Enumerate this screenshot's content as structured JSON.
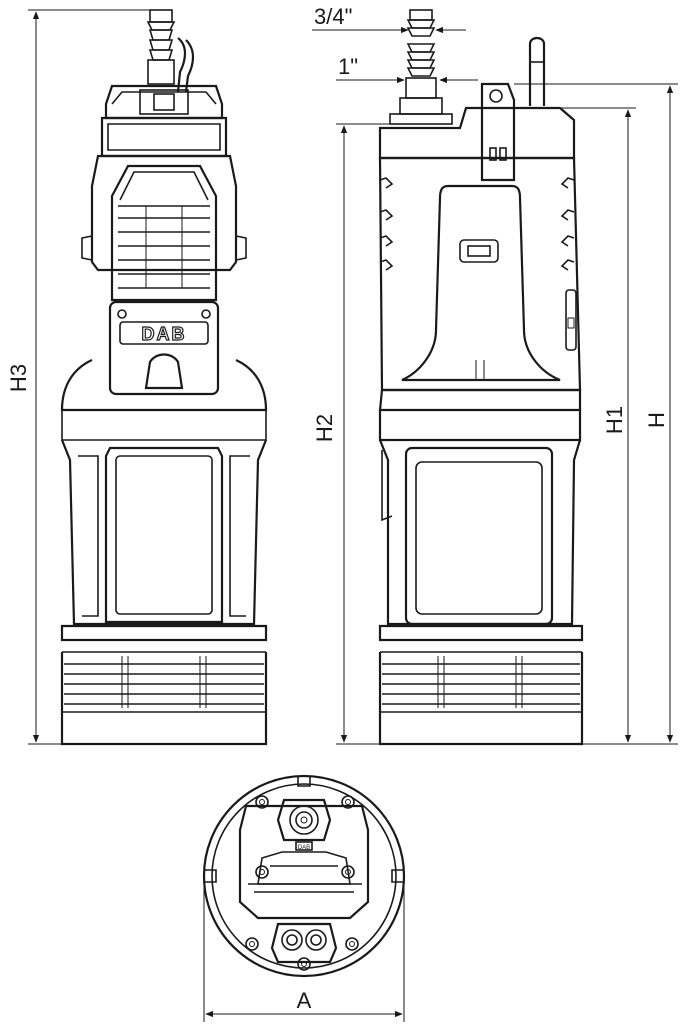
{
  "labels": {
    "h3": "H3",
    "h2": "H2",
    "h1": "H1",
    "h": "H",
    "thread_small": "3/4\"",
    "thread_large": "1\"",
    "diameter_a": "A"
  },
  "brand": {
    "logo_text": "DAB",
    "logo_small": "DAB"
  },
  "colors": {
    "line": "#1a1a1a",
    "background": "#ffffff"
  }
}
